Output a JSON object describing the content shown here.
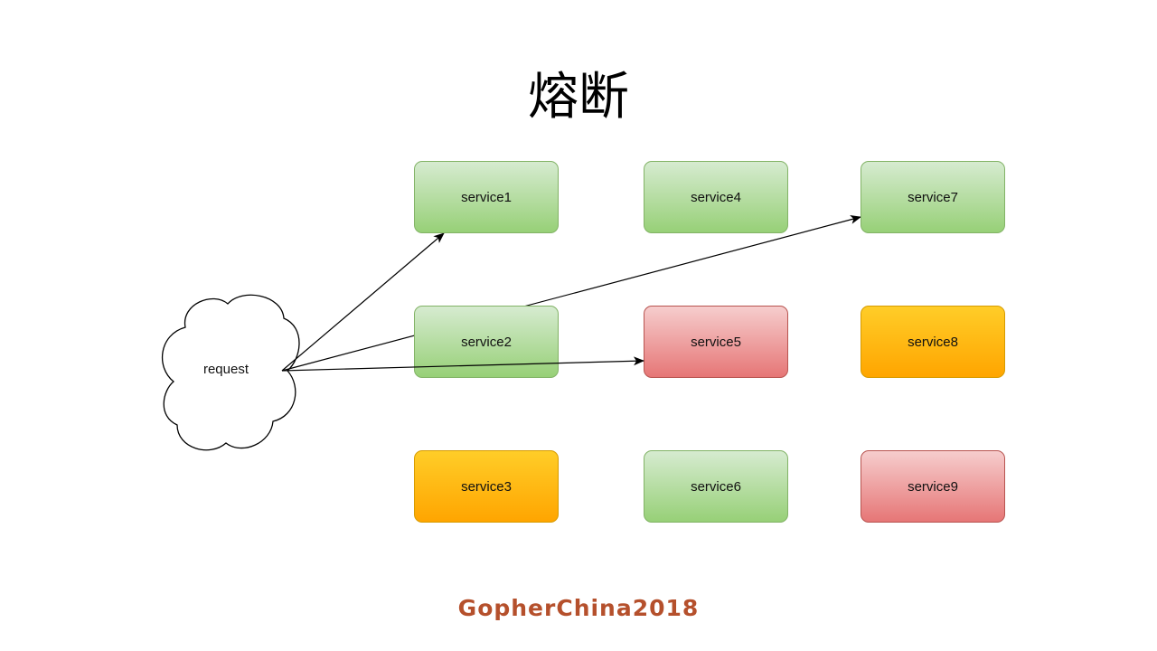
{
  "title": "熔断",
  "request_label": "request",
  "services": [
    {
      "label": "service1",
      "status": "green"
    },
    {
      "label": "service2",
      "status": "green"
    },
    {
      "label": "service3",
      "status": "orange"
    },
    {
      "label": "service4",
      "status": "green"
    },
    {
      "label": "service5",
      "status": "red"
    },
    {
      "label": "service6",
      "status": "green"
    },
    {
      "label": "service7",
      "status": "green"
    },
    {
      "label": "service8",
      "status": "orange"
    },
    {
      "label": "service9",
      "status": "red"
    }
  ],
  "arrows": [
    {
      "from": "request",
      "to": "service1"
    },
    {
      "from": "request",
      "to": "service7"
    },
    {
      "from": "request",
      "to": "service5"
    }
  ],
  "colors": {
    "green_fill": "#97d077",
    "red_fill": "#e67676",
    "orange_fill": "#ffa500",
    "footer_text": "#b5502c"
  },
  "footer": "GopherChina2018"
}
